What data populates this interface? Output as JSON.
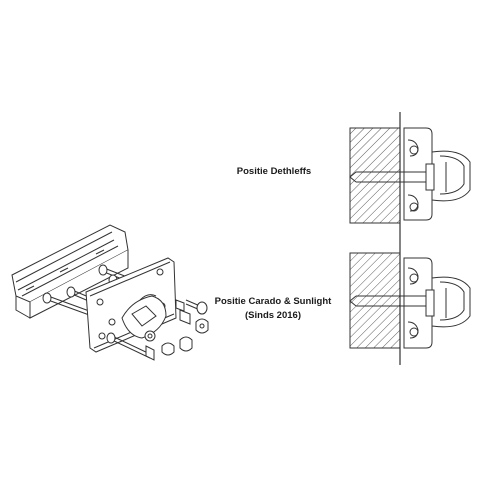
{
  "labels": {
    "position_dethleffs": "Positie Dethleffs",
    "position_carado_line1": "Positie Carado & Sunlight",
    "position_carado_line2": "(Sinds 2016)"
  },
  "colors": {
    "line": "#333333",
    "background": "#ffffff"
  }
}
